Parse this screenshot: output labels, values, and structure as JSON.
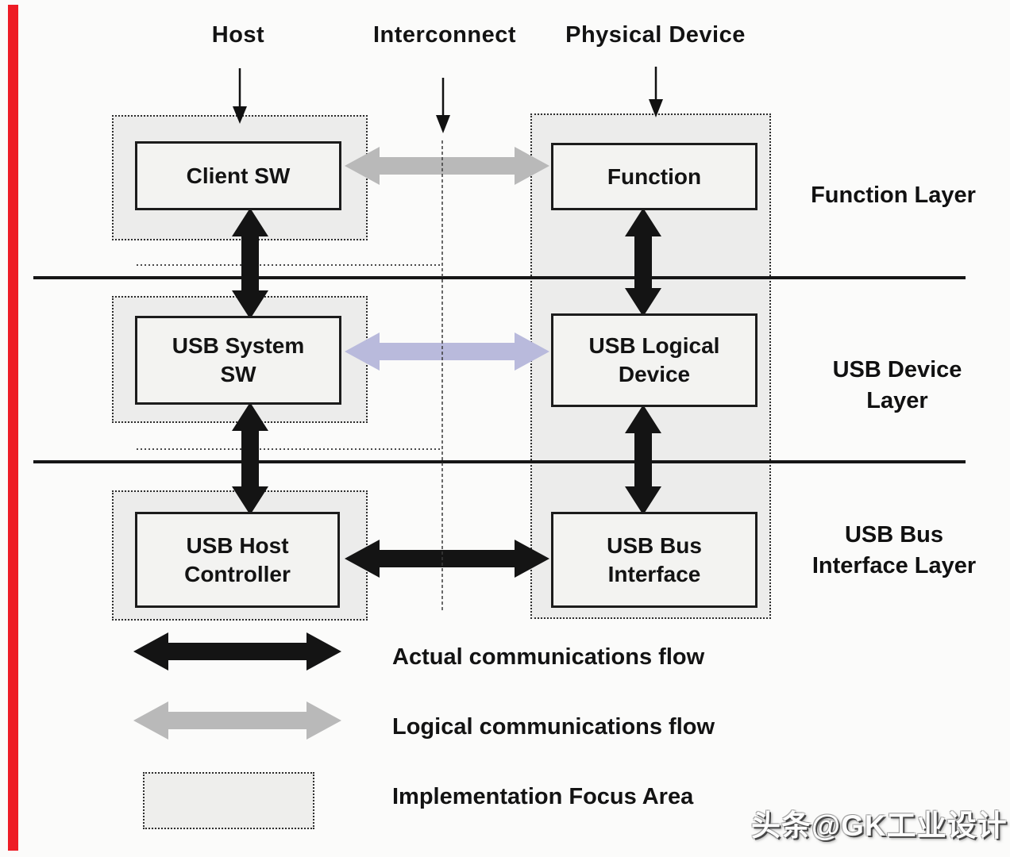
{
  "headers": [
    {
      "label": "Host"
    },
    {
      "label": "Interconnect"
    },
    {
      "label": "Physical Device"
    }
  ],
  "host_stack": [
    {
      "label": "Client SW"
    },
    {
      "line1": "USB System",
      "line2": "SW"
    },
    {
      "line1": "USB Host",
      "line2": "Controller"
    }
  ],
  "device_stack": [
    {
      "label": "Function"
    },
    {
      "line1": "USB Logical",
      "line2": "Device"
    },
    {
      "line1": "USB Bus",
      "line2": "Interface"
    }
  ],
  "layer_labels": [
    {
      "label": "Function Layer"
    },
    {
      "line1": "USB Device",
      "line2": "Layer"
    },
    {
      "line1": "USB Bus",
      "line2": "Interface Layer"
    }
  ],
  "legend": {
    "actual": "Actual communications flow",
    "logical": "Logical communications flow",
    "focus": "Implementation Focus Area"
  },
  "watermark": "头条@GK工业设计",
  "colors": {
    "actual_flow_arrow": "#141414",
    "logical_flow_arrow": "#b9b9b9",
    "usb_device_flow_arrow": "#b9badc",
    "left_edge_bar": "#ee1c25",
    "focus_area_fill": "#eeeeec"
  }
}
